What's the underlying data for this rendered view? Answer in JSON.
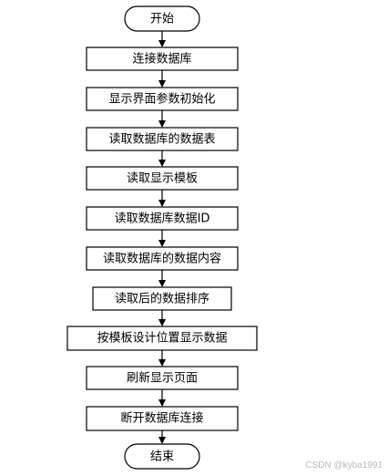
{
  "flowchart": {
    "start": "开始",
    "steps": [
      "连接数据库",
      "显示界面参数初始化",
      "读取数据库的数据表",
      "读取显示模板",
      "读取数据库数据ID",
      "读取数据库的数据内容",
      "读取后的数据排序",
      "按模板设计位置显示数据",
      "刷新显示页面",
      "断开数据库连接"
    ],
    "end": "结束"
  },
  "watermark": "CSDN @kyba1991",
  "colors": {
    "stroke": "#000000",
    "fill": "#ffffff",
    "text": "#000000"
  }
}
